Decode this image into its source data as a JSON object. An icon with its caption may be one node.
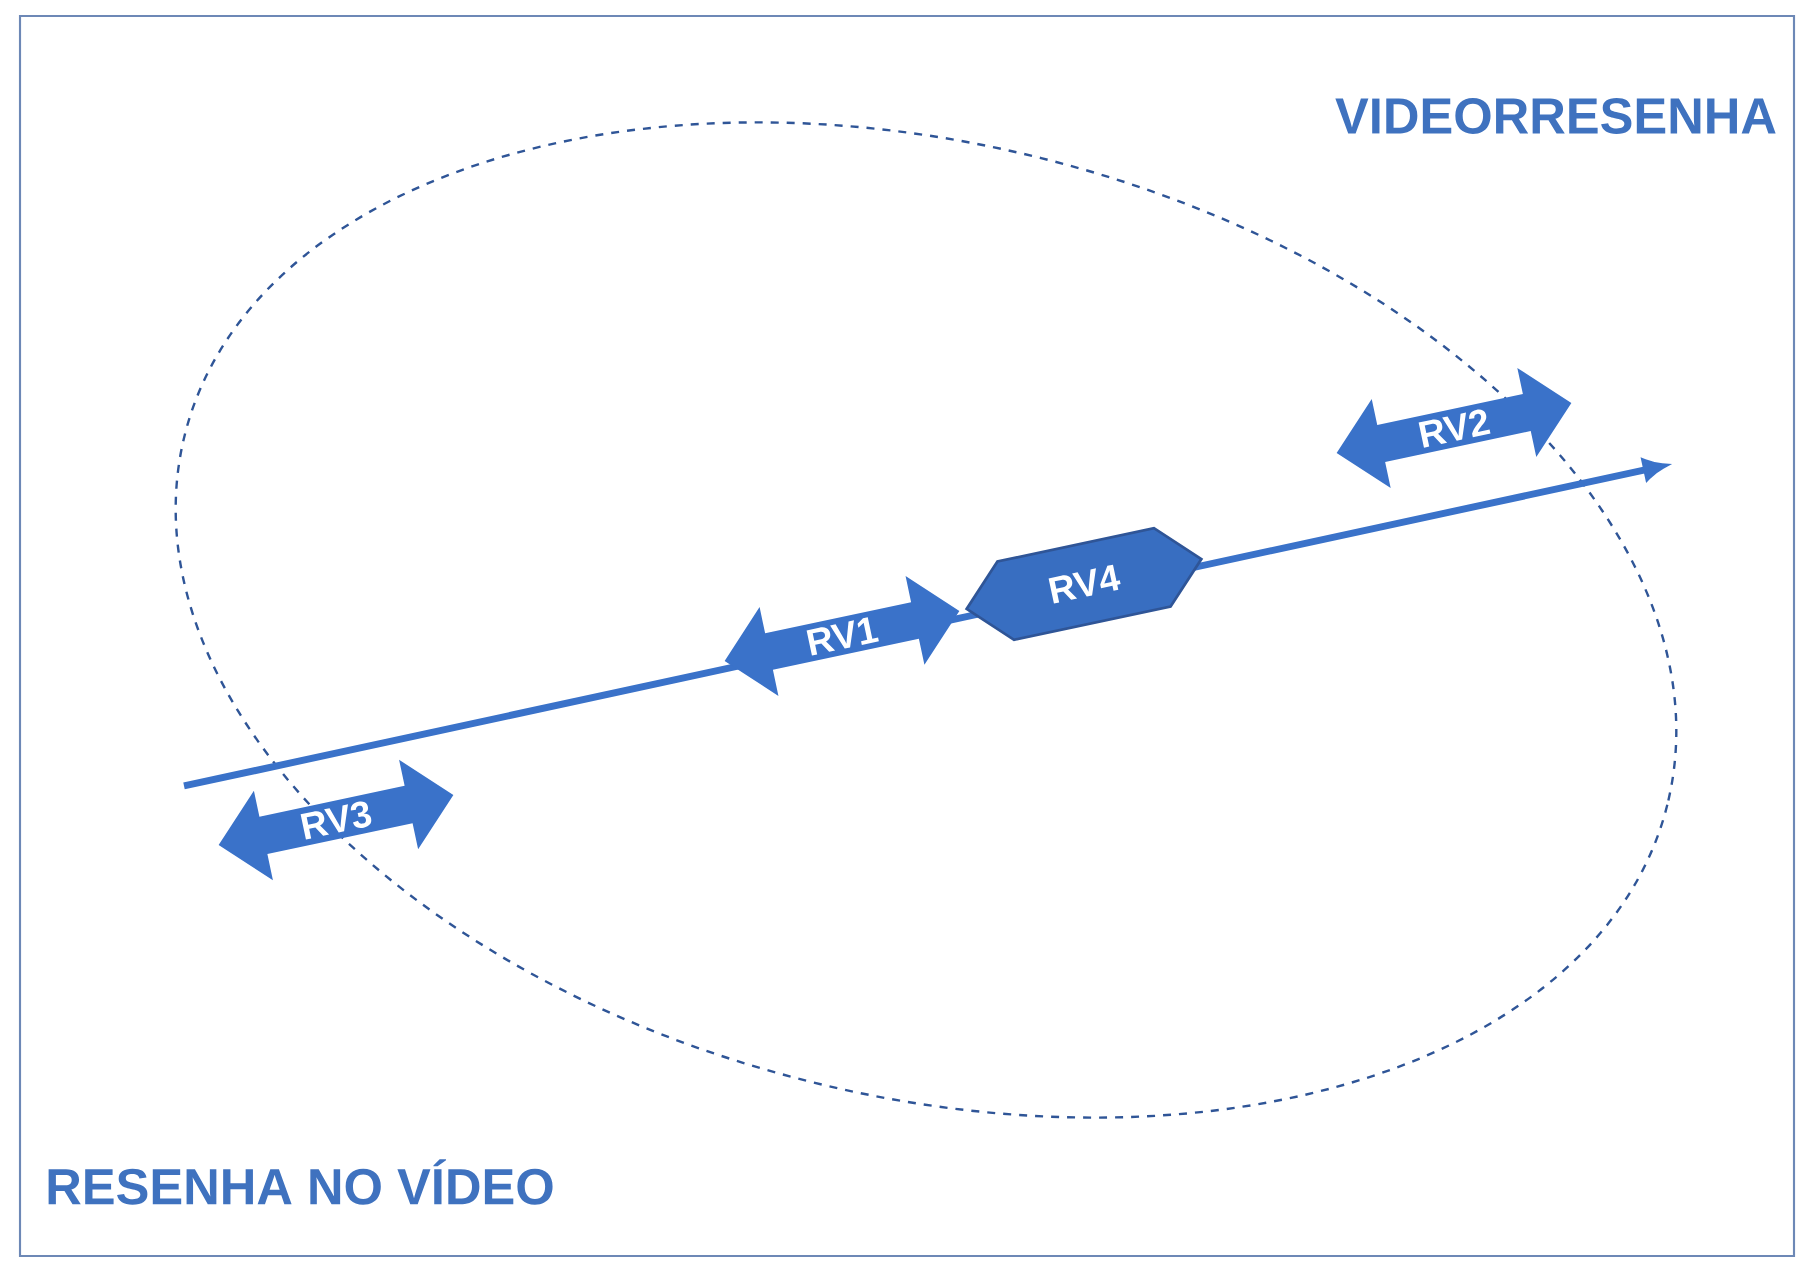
{
  "diagram": {
    "nodes": [
      {
        "text": [
          "RV3"
        ]
      },
      {
        "text": [
          "RV1"
        ]
      },
      {
        "text": [
          "RV4"
        ]
      },
      {
        "text": [
          "RV2"
        ]
      }
    ],
    "labels": [
      "VIDEORRESENHA",
      "RESENHA NO VÍDEO"
    ]
  }
}
